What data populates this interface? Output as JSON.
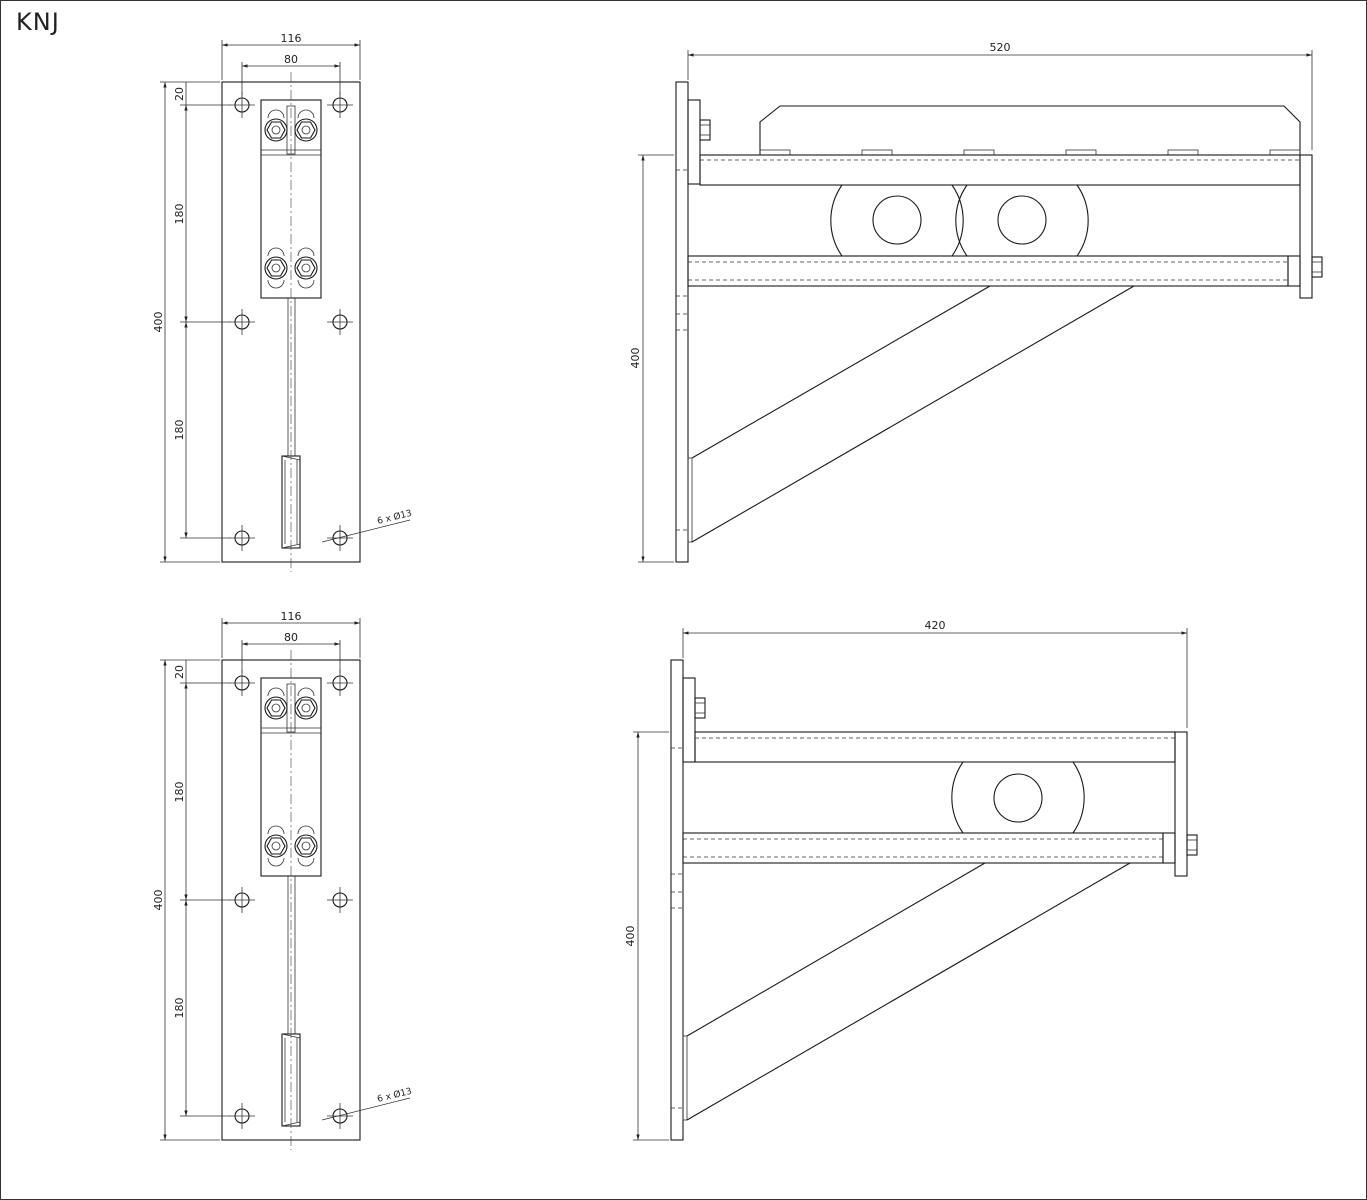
{
  "drawing": {
    "title": "KNJ",
    "front_views": [
      {
        "width_dim": "116",
        "inner_dim": "80",
        "top_offset_dim": "20",
        "upper_spacing_dim": "180",
        "lower_spacing_dim": "180",
        "height_dim": "400",
        "hole_note": "6 x Ø13"
      },
      {
        "width_dim": "116",
        "inner_dim": "80",
        "top_offset_dim": "20",
        "upper_spacing_dim": "180",
        "lower_spacing_dim": "180",
        "height_dim": "400",
        "hole_note": "6 x Ø13"
      }
    ],
    "side_views": [
      {
        "length_dim": "520",
        "height_dim": "400"
      },
      {
        "length_dim": "420",
        "height_dim": "400"
      }
    ]
  }
}
